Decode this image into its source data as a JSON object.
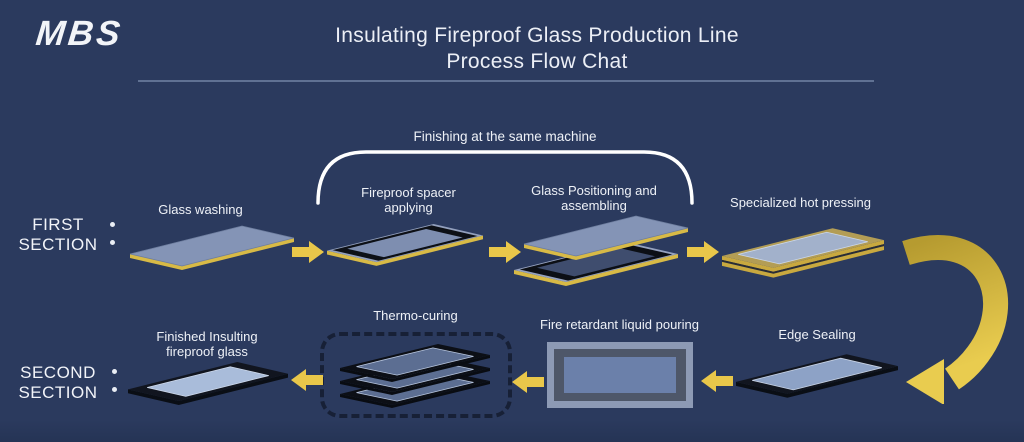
{
  "header": {
    "logo": "MBS",
    "title_line1": "Insulating Fireproof Glass Production Line",
    "title_line2": "Process Flow Chat"
  },
  "bracket": {
    "label": "Finishing at the same machine"
  },
  "sections": {
    "first": {
      "line1": "FIRST",
      "line2": "SECTION"
    },
    "second": {
      "line1": "SECOND",
      "line2": "SECTION"
    }
  },
  "steps": {
    "glass_washing": "Glass washing",
    "spacer": "Fireproof spacer applying",
    "positioning": "Glass Positioning and assembling",
    "hot_pressing": "Specialized hot pressing",
    "edge_sealing": "Edge Sealing",
    "liquid_pouring": "Fire retardant liquid pouring",
    "thermo_curing": "Thermo-curing",
    "finished": "Finished Insulting fireproof glass"
  },
  "colors": {
    "background": "#2b3a5e",
    "arrow_yellow": "#e9c74a",
    "glass_edge_yellow": "#d8ba46",
    "glass_surface_blue": "#8494b6",
    "frame_black": "#0d1016",
    "bracket_white": "#ffffff",
    "text": "#eef1f7"
  }
}
